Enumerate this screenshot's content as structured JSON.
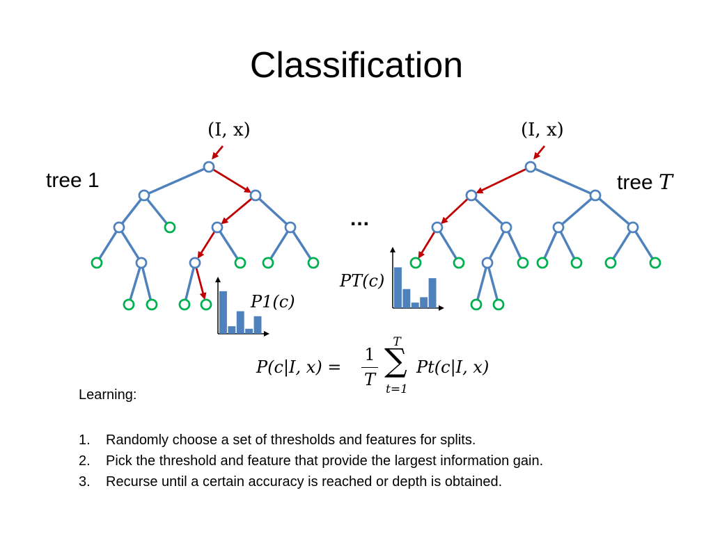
{
  "title": "Classification",
  "trees": {
    "tree1_word": "tree",
    "tree1_index": "1",
    "treeT_word": "tree",
    "treeT_index": "T",
    "input_label": "(I, x)",
    "ellipsis": "...",
    "p1_label": "P1(c)",
    "pT_label": "PT(c)",
    "histogram1_values": [
      0.85,
      0.15,
      0.45,
      0.1,
      0.35
    ],
    "histogramT_values": [
      0.75,
      0.35,
      0.1,
      0.2,
      0.55
    ],
    "edge_color": "#4f81bd",
    "path_color": "#c00000",
    "leaf_color": "#00b050",
    "bar_color": "#4f81bd"
  },
  "formula": {
    "lhs": "P(c|I, x) =",
    "frac_num": "1",
    "frac_den": "T",
    "sum_upper": "T",
    "sum_lower": "t=1",
    "rhs": "Pt(c|I, x)"
  },
  "learning": {
    "heading": "Learning:",
    "steps": [
      "Randomly choose a set of thresholds and features for splits.",
      "Pick the threshold and feature that provide the largest information gain.",
      "Recurse until a certain accuracy is reached or depth is obtained."
    ]
  }
}
